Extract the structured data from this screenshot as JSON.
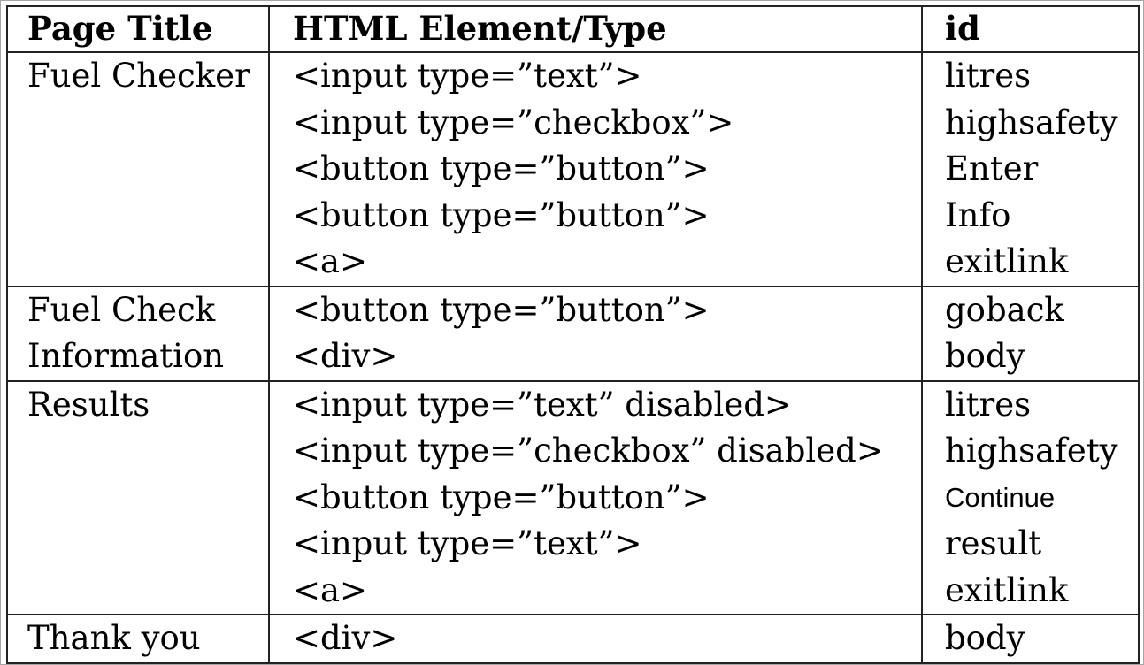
{
  "headers": [
    "Page Title",
    "HTML Element/Type",
    "id"
  ],
  "rows": [
    {
      "title": [
        "Fuel Checker"
      ],
      "elements": [
        "<input type=”text”>",
        "<input type=”checkbox”>",
        "<button type=”button”>",
        "<button type=”button”>",
        "<a>"
      ],
      "ids": [
        "litres",
        "highsafety",
        "Enter",
        "Info",
        "exitlink"
      ]
    },
    {
      "title": [
        "Fuel Check",
        "Information"
      ],
      "elements": [
        "<button type=”button”>",
        "<div>"
      ],
      "ids": [
        "goback",
        "body"
      ]
    },
    {
      "title": [
        "Results"
      ],
      "elements": [
        "<input type=”text” disabled>",
        "<input type=”checkbox” disabled>",
        "<button type=”button”>",
        "<input type=”text”>",
        "<a>"
      ],
      "ids": [
        "litres",
        "highsafety",
        "Continue",
        "result",
        "exitlink"
      ]
    },
    {
      "title": [
        "Thank you"
      ],
      "elements": [
        "<div>"
      ],
      "ids": [
        "body"
      ]
    }
  ]
}
